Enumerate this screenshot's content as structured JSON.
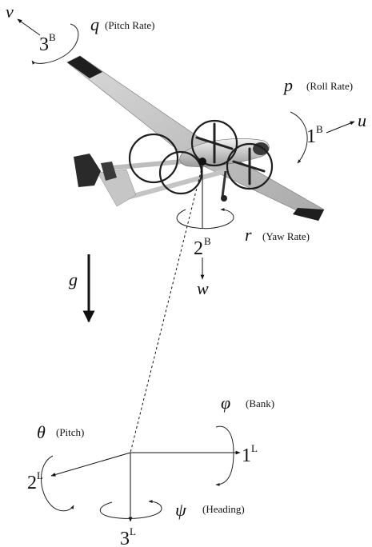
{
  "body_axes": {
    "axis1": {
      "num": "1",
      "sup": "B",
      "var": "u"
    },
    "axis2": {
      "num": "2",
      "sup": "B",
      "var": "w"
    },
    "axis3": {
      "num": "3",
      "sup": "B",
      "var": "v"
    }
  },
  "body_rates": {
    "p": {
      "sym": "p",
      "label": "(Roll Rate)"
    },
    "q": {
      "sym": "q",
      "label": "(Pitch Rate)"
    },
    "r": {
      "sym": "r",
      "label": "(Yaw Rate)"
    }
  },
  "gravity": {
    "sym": "g"
  },
  "local_axes": {
    "axis1": {
      "num": "1",
      "sup": "L"
    },
    "axis2": {
      "num": "2",
      "sup": "L"
    },
    "axis3": {
      "num": "3",
      "sup": "L"
    }
  },
  "euler_angles": {
    "phi": {
      "sym": "φ",
      "label": "(Bank)"
    },
    "theta": {
      "sym": "θ",
      "label": "(Pitch)"
    },
    "psi": {
      "sym": "ψ",
      "label": "(Heading)"
    }
  },
  "colors": {
    "ink": "#111111",
    "aircraft_body": "#cfcfcf",
    "aircraft_dark": "#1e1e1e"
  }
}
